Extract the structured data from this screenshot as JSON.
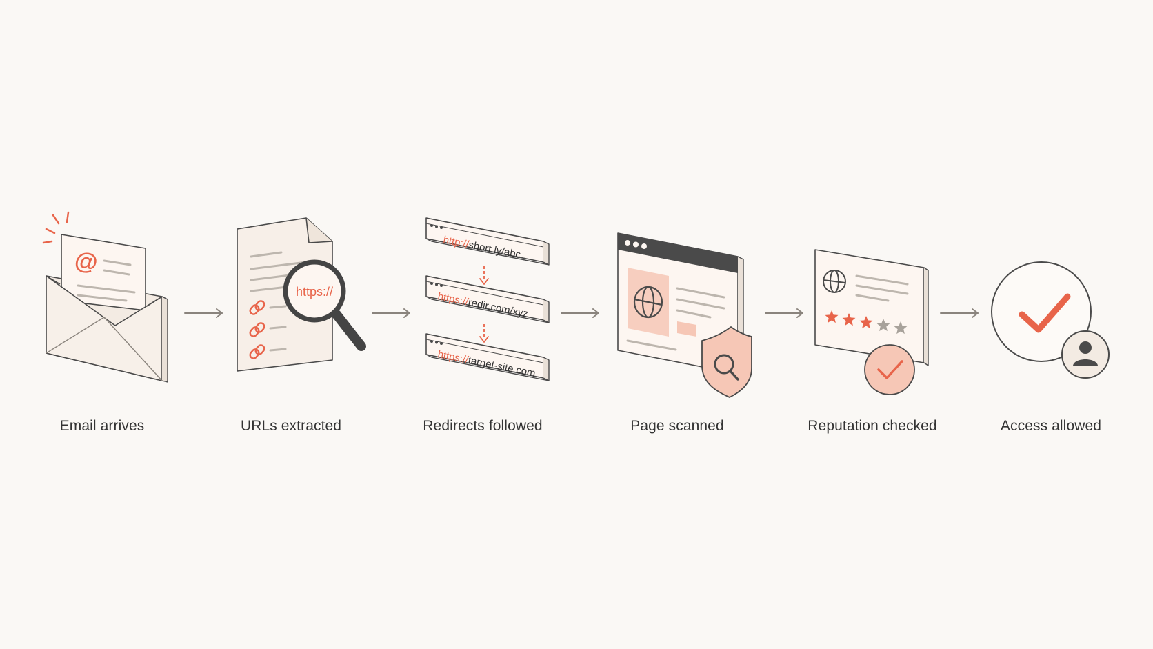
{
  "colors": {
    "background": "#faf8f5",
    "accent": "#e8644a",
    "accent_fill": "#f6c7b6",
    "paper": "#fdf6f1",
    "outline": "#4a4a4a",
    "muted": "#bdb6ae",
    "text": "#333333"
  },
  "steps": [
    {
      "label": "Email arrives",
      "icon": "envelope-icon"
    },
    {
      "label": "URLs extracted",
      "icon": "document-magnifier-icon",
      "magnifier_text": "https://"
    },
    {
      "label": "Redirects followed",
      "icon": "redirect-chain-icon",
      "urls": [
        {
          "scheme": "http://",
          "rest": "short.ly/abc"
        },
        {
          "scheme": "https://",
          "rest": "redir.com/xyz"
        },
        {
          "scheme": "https://",
          "rest": "target-site.com"
        }
      ]
    },
    {
      "label": "Page scanned",
      "icon": "browser-shield-icon"
    },
    {
      "label": "Reputation checked",
      "icon": "reputation-card-icon",
      "stars_filled": 3,
      "stars_total": 5
    },
    {
      "label": "Access allowed",
      "icon": "check-user-icon"
    }
  ]
}
